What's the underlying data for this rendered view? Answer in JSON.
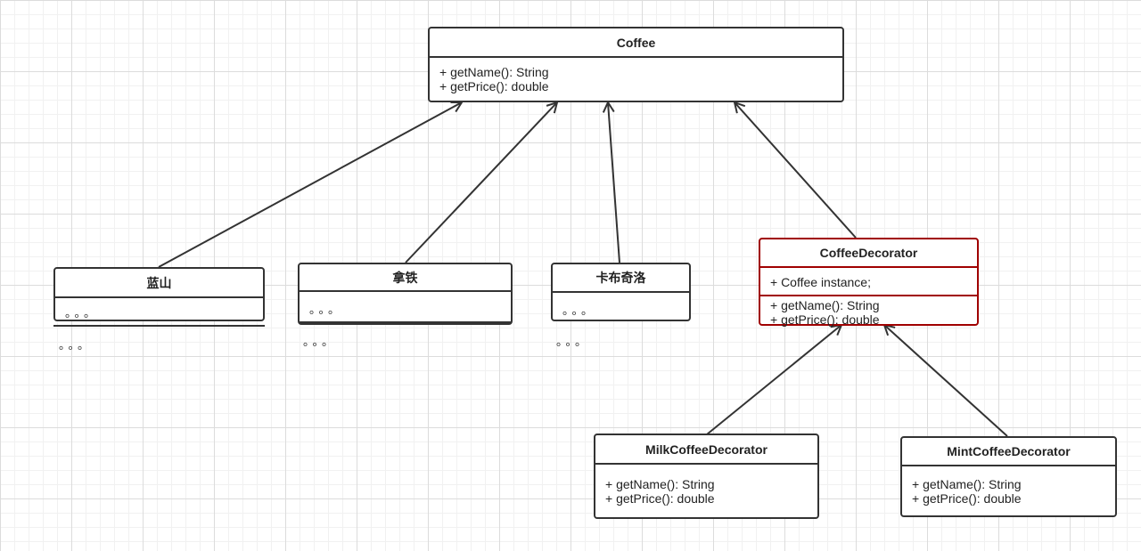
{
  "diagram": {
    "colors": {
      "line": "#333333",
      "accent": "#a00000"
    },
    "classes": {
      "coffee": {
        "name": "Coffee",
        "methods": [
          "+ getName(): String",
          "+ getPrice(): double"
        ]
      },
      "blue_mountain": {
        "name": "蓝山",
        "body": "。。。",
        "below": "。。。"
      },
      "latte": {
        "name": "拿铁",
        "body": "。。。",
        "below": "。。。"
      },
      "cappuccino": {
        "name": "卡布奇洛",
        "body": "。。。",
        "below": "。。。"
      },
      "decorator": {
        "name": "CoffeeDecorator",
        "fields": [
          "+ Coffee instance;"
        ],
        "methods": [
          "+ getName(): String",
          "+ getPrice(): double"
        ]
      },
      "milk": {
        "name": "MilkCoffeeDecorator",
        "methods": [
          "+ getName(): String",
          "+ getPrice(): double"
        ]
      },
      "mint": {
        "name": "MintCoffeeDecorator",
        "methods": [
          "+ getName(): String",
          "+ getPrice(): double"
        ]
      }
    }
  }
}
